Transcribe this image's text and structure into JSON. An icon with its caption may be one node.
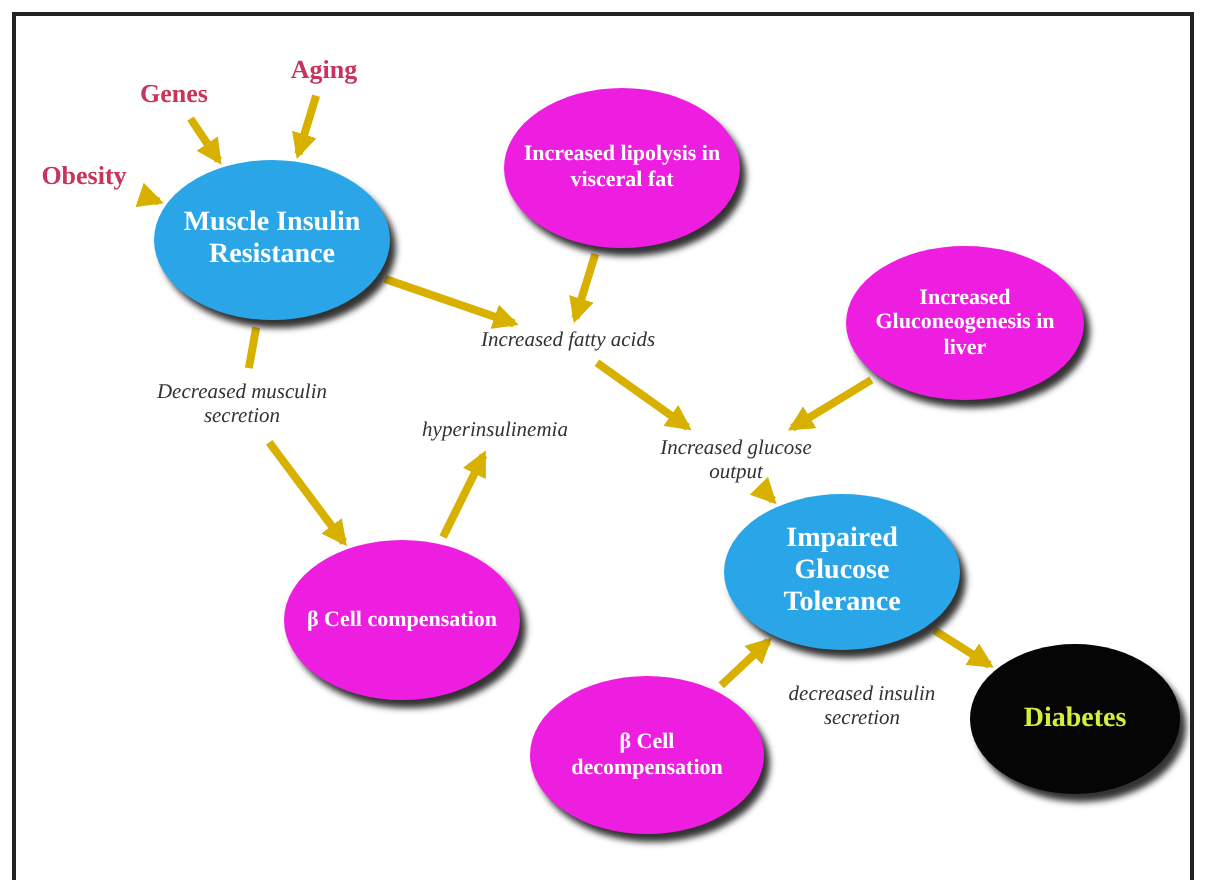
{
  "diagram": {
    "nodes": [
      {
        "text": [
          "Obesity"
        ]
      },
      {
        "text": [
          "Genes"
        ]
      },
      {
        "text": [
          "Aging"
        ]
      },
      {
        "text": [
          "Muscle Insulin Resistance"
        ]
      },
      {
        "text": [
          "Increased lipolysis in visceral fat"
        ]
      },
      {
        "text": [
          "Increased fatty acids"
        ]
      },
      {
        "text": [
          "Increased Gluconeogenesis in liver"
        ]
      },
      {
        "text": [
          "Decreased musculin secretion"
        ]
      },
      {
        "text": [
          "hyperinsulinemia"
        ]
      },
      {
        "text": [
          "Increased glucose output"
        ]
      },
      {
        "text": [
          "β Cell compensation"
        ]
      },
      {
        "text": [
          "Impaired Glucose Tolerance"
        ]
      },
      {
        "text": [
          "β Cell decompensation"
        ]
      },
      {
        "text": [
          "Diabetes"
        ]
      }
    ],
    "edges": [
      {
        "from": 0,
        "to": 3,
        "arrow": "to"
      },
      {
        "from": 1,
        "to": 3,
        "arrow": "to"
      },
      {
        "from": 2,
        "to": 3,
        "arrow": "to"
      },
      {
        "from": 3,
        "to": 5,
        "arrow": "to"
      },
      {
        "from": 4,
        "to": 5,
        "arrow": "to"
      },
      {
        "from": 5,
        "to": 9,
        "arrow": "to"
      },
      {
        "from": 6,
        "to": 9,
        "arrow": "to"
      },
      {
        "from": 9,
        "to": 11,
        "arrow": "to"
      },
      {
        "from": 3,
        "to": 7,
        "arrow": "none"
      },
      {
        "from": 7,
        "to": 10,
        "arrow": "to"
      },
      {
        "from": 10,
        "to": 8,
        "arrow": "to"
      },
      {
        "from": 12,
        "to": 11,
        "arrow": "to"
      },
      {
        "from": 11,
        "to": 13,
        "arrow": "to"
      }
    ],
    "labels": [
      "decreased insulin secretion"
    ]
  }
}
